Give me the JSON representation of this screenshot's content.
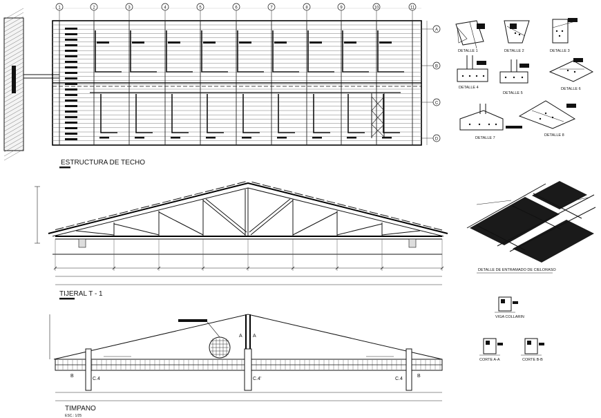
{
  "plan": {
    "title": "ESTRUCTURA DE TECHO",
    "axes_numbers": [
      "1",
      "2",
      "3",
      "4",
      "5",
      "6",
      "7",
      "8",
      "9",
      "10",
      "11"
    ],
    "axes_letters": [
      "A",
      "B",
      "C",
      "D"
    ]
  },
  "details": {
    "labels": [
      "DETALLE 1",
      "DETALLE 2",
      "DETALLE 3",
      "DETALLE 4",
      "DETALLE 5",
      "DETALLE 6",
      "DETALLE 7",
      "DETALLE 8"
    ]
  },
  "truss": {
    "title": "TIJERAL  T - 1"
  },
  "ceiling": {
    "label": "DETALLE DE ENTRAMADO DE CIELORASO"
  },
  "sections": {
    "viga_collarin": "VIGA COLLARIN",
    "corte_aa": "CORTE A-A",
    "corte_bb": "CORTE B-B"
  },
  "gable": {
    "title": "TIMPANO",
    "scale": "ESC.: 1/25",
    "col_left": "C.4",
    "col_mid": "C.4'",
    "col_right": "C.4",
    "mark_a1": "A",
    "mark_a2": "A",
    "mark_b1": "B",
    "mark_b2": "B"
  }
}
